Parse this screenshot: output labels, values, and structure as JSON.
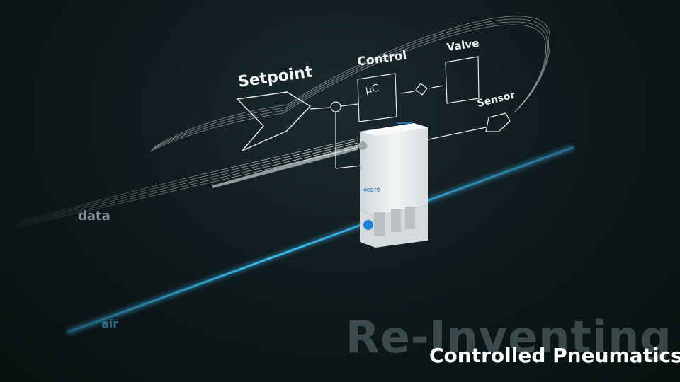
{
  "diagram": {
    "setpoint": "Setpoint",
    "control": "Control",
    "microcontroller": "µC",
    "valve": "Valve",
    "sensor": "Sensor"
  },
  "streams": {
    "data": "data",
    "air": "air"
  },
  "titles": {
    "watermark": "Re-Inventing Air",
    "subtitle": "Controlled Pneumatics"
  },
  "device": {
    "brand": "FESTO"
  },
  "colors": {
    "background": "#0f1a1e",
    "air_beam": "#3ec7ff",
    "diagram_lines": "#e6ecec",
    "device_body": "#e9ecee",
    "connector_blue": "#1e7fd6"
  }
}
